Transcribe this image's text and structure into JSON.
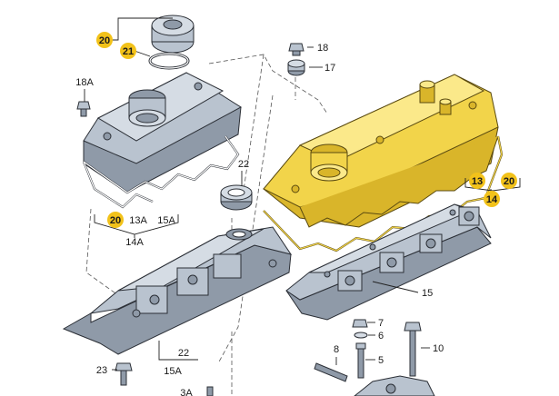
{
  "colors": {
    "highlight_part": "#f2d44a",
    "badge": "#f2c21a",
    "part_grey": "#b9c3cf"
  },
  "labels": {
    "l20_top": "20",
    "l21": "21",
    "l18": "18",
    "l17": "17",
    "l18A": "18A",
    "l22a": "22",
    "l20_left": "20",
    "l13A": "13A",
    "l15A": "15A",
    "l14A": "14A",
    "l13": "13",
    "l20_right": "20",
    "l14": "14",
    "l15": "15",
    "l7": "7",
    "l6": "6",
    "l8": "8",
    "l10": "10",
    "l5": "5",
    "l22b": "22",
    "l15A_b": "15A",
    "l23": "23",
    "l3A": "3A"
  }
}
